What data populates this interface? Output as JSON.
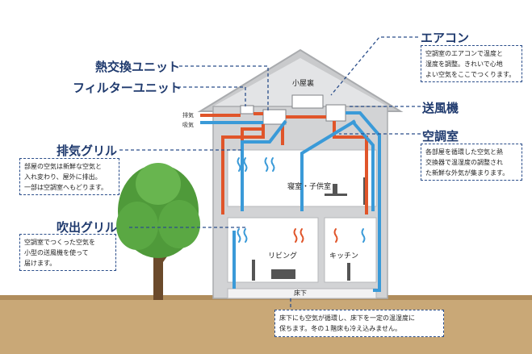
{
  "labels": {
    "aircon": "エアコン",
    "heat_exchanger": "熱交換ユニット",
    "filter_unit": "フィルターユニット",
    "blower": "送風機",
    "ac_room": "空調室",
    "exhaust_grille": "排気グリル",
    "outlet_grille": "吹出グリル"
  },
  "rooms": {
    "attic": "小屋裏",
    "bedroom": "寝室・子供室",
    "living": "リビング",
    "kitchen": "キッチン",
    "underfloor": "床下"
  },
  "small": {
    "exhaust": "排気",
    "intake": "吸気"
  },
  "notes": {
    "aircon": [
      "空調室のエアコンで温度と",
      "湿度を調整。きれいで心地",
      "よい空気をここでつくります。"
    ],
    "ac_room": [
      "各部屋を循環した空気と熱",
      "交換器で温湿度の調整され",
      "た新鮮な外気が集まります。"
    ],
    "exhaust_grille": [
      "部屋の空気は新鮮な空気と",
      "入れ変わり、屋外に排出。",
      "一部は空調室へもどります。"
    ],
    "outlet_grille": [
      "空調室でつくった空気を",
      "小型の送風機を使って",
      "届けます。"
    ],
    "underfloor": [
      "床下にも空気が循環し、床下を一定の温湿度に",
      "保ちます。冬の１階床も冷え込みません。"
    ]
  },
  "colors": {
    "supply_duct": "#3a9ad8",
    "return_duct": "#e0552a",
    "label_text": "#1f3a6e",
    "note_border": "#2a4d8a",
    "wall": "#d2d3d5",
    "roof": "#c9cacc",
    "tree": "#4f9a3a",
    "ground": "#c9a877"
  }
}
